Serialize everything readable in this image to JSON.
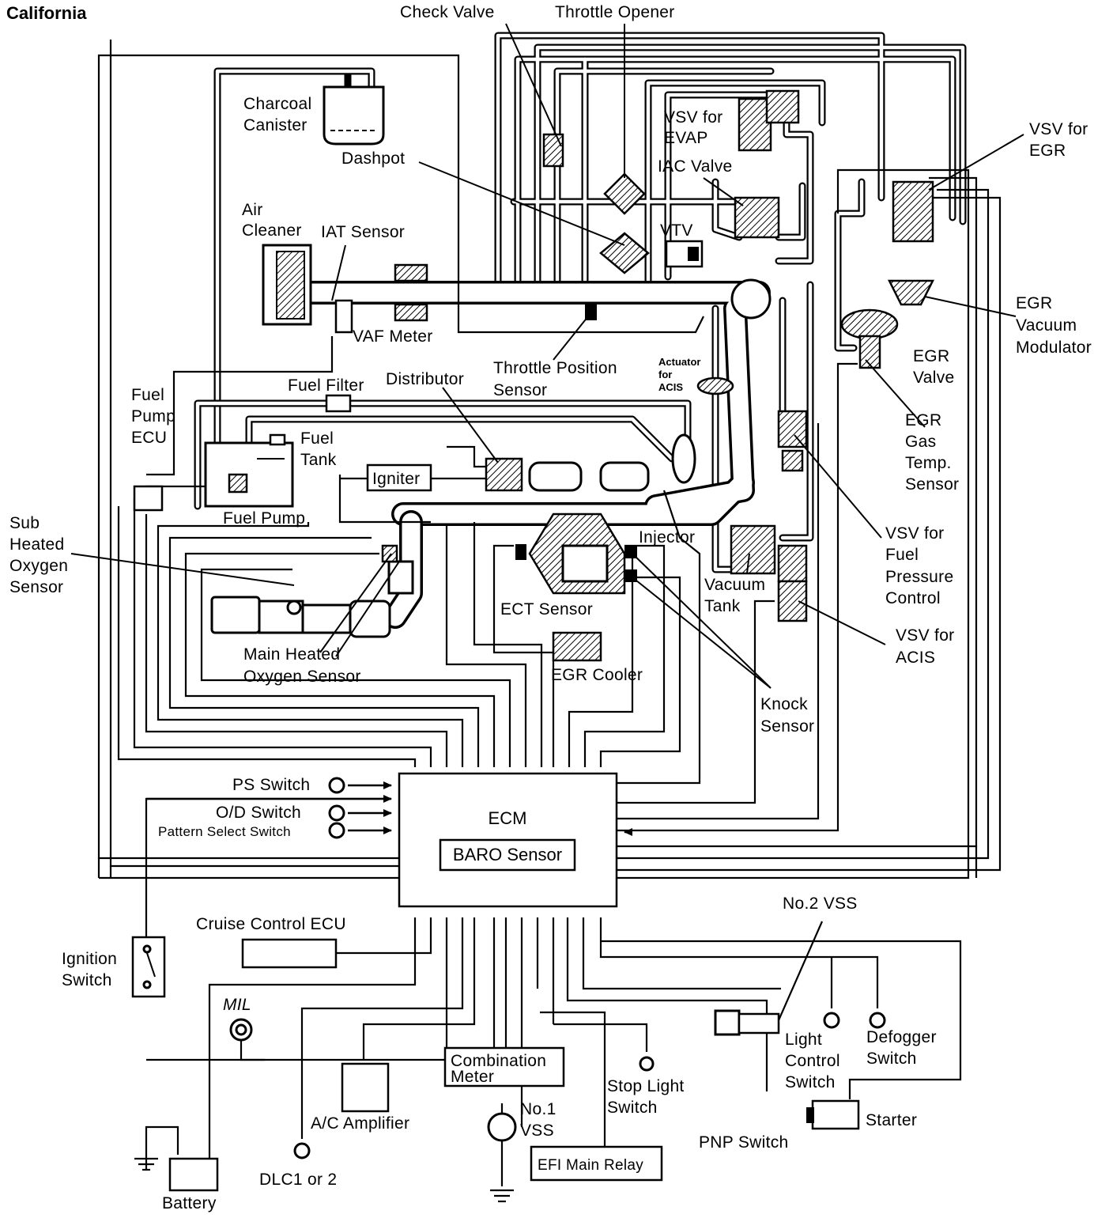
{
  "title": "California",
  "ecm": {
    "label": "ECM",
    "internal_sensor": "BARO Sensor"
  },
  "components": {
    "check_valve": "Check Valve",
    "throttle_opener": "Throttle Opener",
    "charcoal_canister": [
      "Charcoal",
      "Canister"
    ],
    "vsv_evap": [
      "VSV for",
      "EVAP"
    ],
    "vsv_egr": [
      "VSV for",
      "EGR"
    ],
    "dashpot": "Dashpot",
    "iac_valve": "IAC Valve",
    "air_cleaner": [
      "Air",
      "Cleaner"
    ],
    "iat_sensor": "IAT Sensor",
    "vtv": "VTV",
    "egr_vacuum_modulator": [
      "EGR",
      "Vacuum",
      "Modulator"
    ],
    "vaf_meter": "VAF Meter",
    "throttle_position_sensor": [
      "Throttle Position",
      "Sensor"
    ],
    "actuator_acis": [
      "Actuator",
      "for",
      "ACIS"
    ],
    "egr_valve": [
      "EGR",
      "Valve"
    ],
    "fuel_filter": "Fuel Filter",
    "distributor": "Distributor",
    "fuel_pump_ecu": [
      "Fuel",
      "Pump",
      "ECU"
    ],
    "fuel_tank": [
      "Fuel",
      "Tank"
    ],
    "egr_gas_temp_sensor": [
      "EGR",
      "Gas",
      "Temp.",
      "Sensor"
    ],
    "igniter": "Igniter",
    "fuel_pump": "Fuel Pump",
    "sub_ho2s": [
      "Sub",
      "Heated",
      "Oxygen",
      "Sensor"
    ],
    "injector": "Injector",
    "vsv_fuel_pressure": [
      "VSV for",
      "Fuel",
      "Pressure",
      "Control"
    ],
    "vacuum_tank": [
      "Vacuum",
      "Tank"
    ],
    "ect_sensor": "ECT Sensor",
    "vsv_acis": [
      "VSV for",
      "ACIS"
    ],
    "main_ho2s": [
      "Main Heated",
      "Oxygen Sensor"
    ],
    "egr_cooler": "EGR Cooler",
    "knock_sensor": [
      "Knock",
      "Sensor"
    ],
    "ps_switch": "PS Switch",
    "od_switch": "O/D Switch",
    "pattern_select_switch": "Pattern Select Switch",
    "cruise_control_ecu": "Cruise Control ECU",
    "no2_vss": "No.2 VSS",
    "ignition_switch": [
      "Ignition",
      "Switch"
    ],
    "mil": "MIL",
    "light_control_switch": [
      "Light",
      "Control",
      "Switch"
    ],
    "defogger_switch": [
      "Defogger",
      "Switch"
    ],
    "combination_meter": [
      "Combination",
      "Meter"
    ],
    "stop_light_switch": [
      "Stop Light",
      "Switch"
    ],
    "no1_vss": [
      "No.1",
      "VSS"
    ],
    "ac_amplifier": "A/C Amplifier",
    "starter": "Starter",
    "pnp_switch": "PNP Switch",
    "efi_main_relay": "EFI Main Relay",
    "battery": "Battery",
    "dlc": "DLC1 or 2"
  }
}
